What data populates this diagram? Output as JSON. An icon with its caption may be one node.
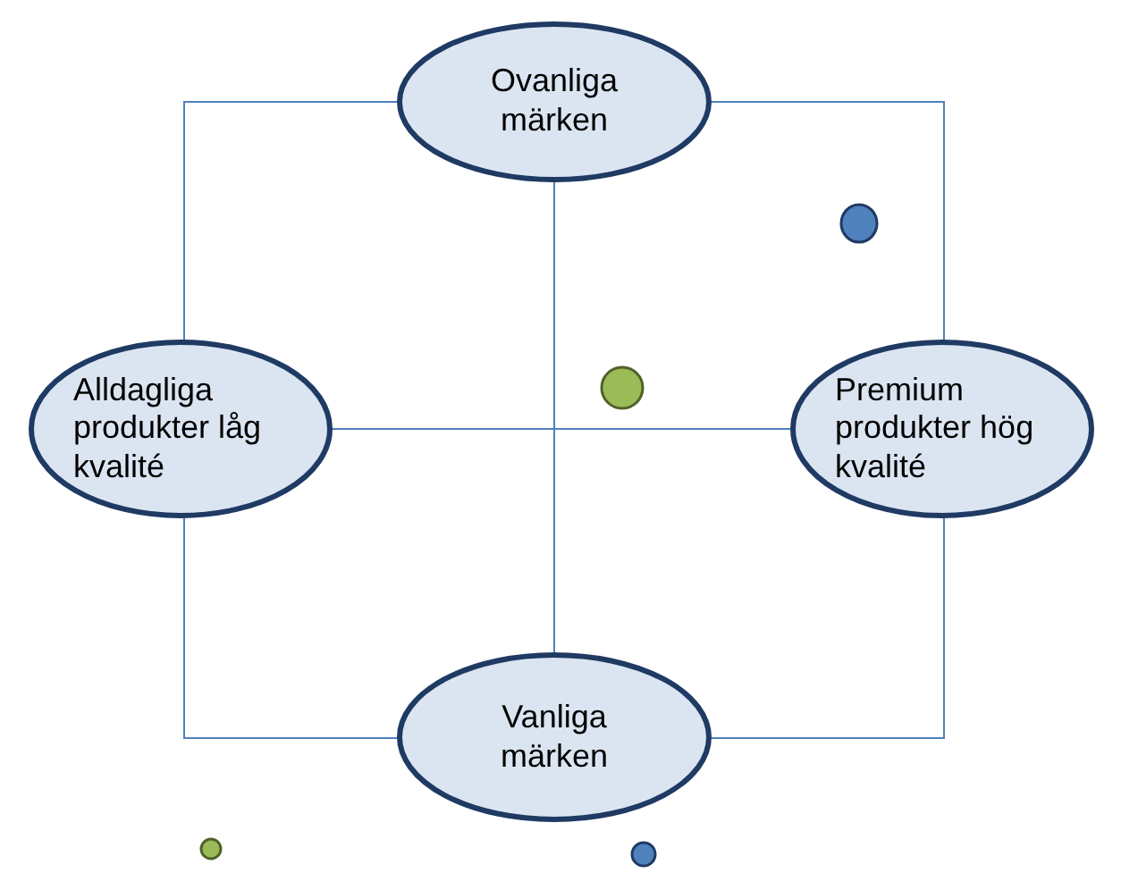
{
  "diagram": {
    "nodes": [
      {
        "text": [
          "Ovanliga märken"
        ]
      },
      {
        "text": [
          "Alldagliga produkter låg kvalité"
        ]
      },
      {
        "text": [
          "Premium produkter hög kvalité"
        ]
      },
      {
        "text": [
          "Vanliga märken"
        ]
      },
      {
        "text": [],
        "shape": "circle"
      },
      {
        "text": [],
        "shape": "circle"
      },
      {
        "text": [],
        "shape": "circle"
      },
      {
        "text": [],
        "shape": "circle"
      }
    ],
    "edges": [
      {
        "from": 0,
        "to": 1,
        "arrow": "none"
      },
      {
        "from": 0,
        "to": 2,
        "arrow": "none"
      },
      {
        "from": 0,
        "to": 3,
        "arrow": "none"
      },
      {
        "from": 1,
        "to": 2,
        "arrow": "none"
      },
      {
        "from": 1,
        "to": 3,
        "arrow": "none"
      },
      {
        "from": 2,
        "to": 3,
        "arrow": "none"
      }
    ]
  }
}
